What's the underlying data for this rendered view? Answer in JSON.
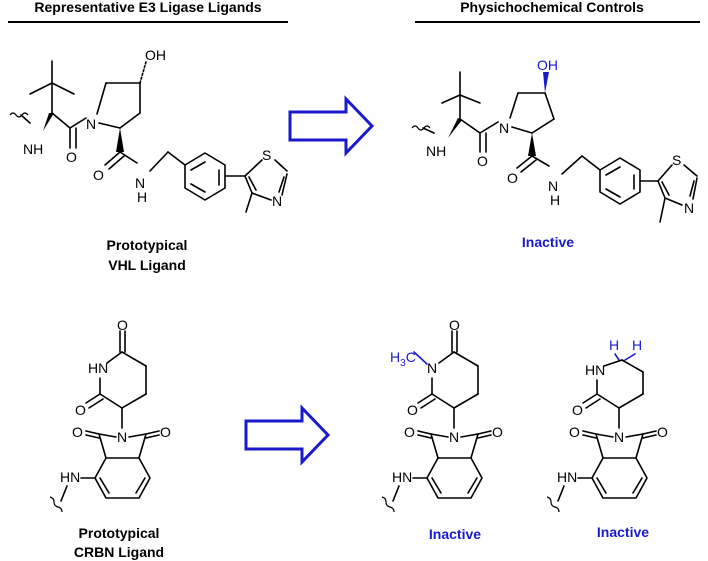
{
  "headers": {
    "left": "Representative E3 Ligase Ligands",
    "right": "Physichochemical Controls"
  },
  "captions": {
    "vhl_line1": "Prototypical",
    "vhl_line2": "VHL Ligand",
    "crbn_line1": "Prototypical",
    "crbn_line2": "CRBN Ligand",
    "inactive_vhl": "Inactive",
    "inactive_crbn_methyl": "Inactive",
    "inactive_crbn_deoxo": "Inactive"
  },
  "atoms": {
    "oh": "OH",
    "nh": "NH",
    "n": "N",
    "o": "O",
    "h": "H",
    "s": "S",
    "hn": "HN",
    "h3c": "H",
    "h3c_sub": "3",
    "h3c_c": "C"
  },
  "colors": {
    "highlight": "#1a1acc",
    "ink": "#000000"
  }
}
